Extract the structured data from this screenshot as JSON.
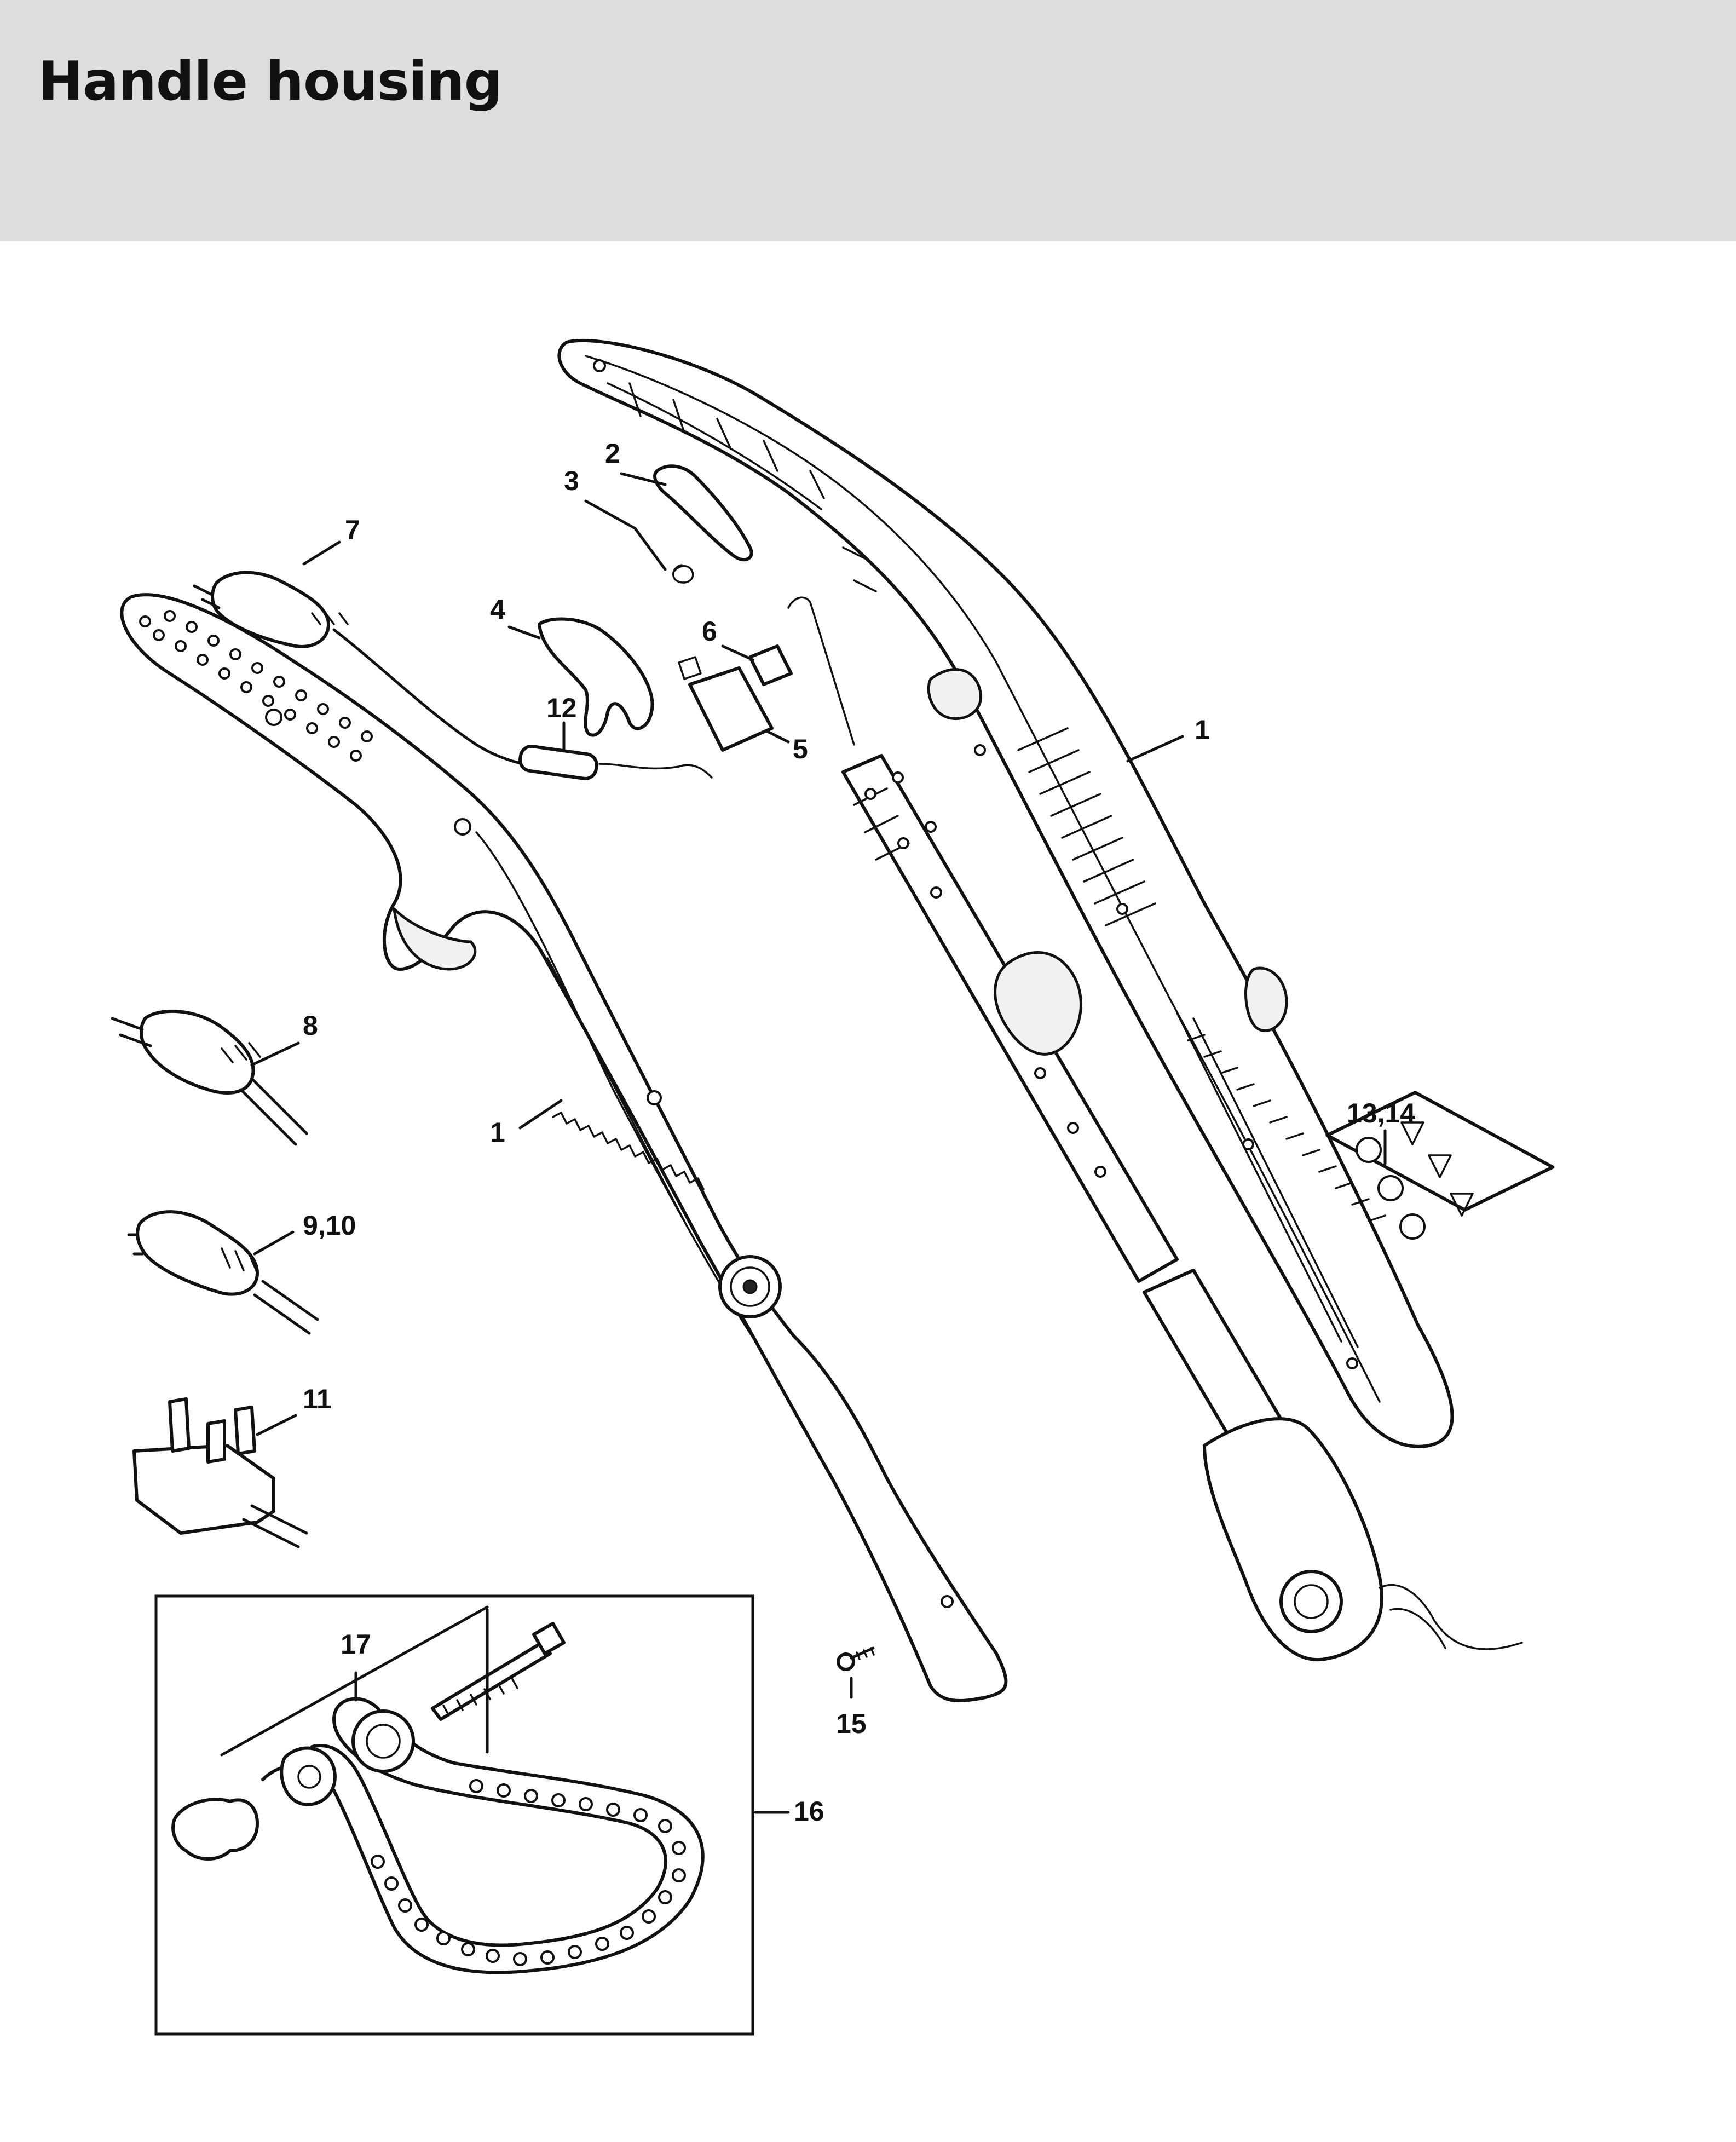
{
  "header": {
    "title": "Handle housing"
  },
  "callouts": {
    "c1a": "1",
    "c1b": "1",
    "c2": "2",
    "c3": "3",
    "c4": "4",
    "c5": "5",
    "c6": "6",
    "c7": "7",
    "c8": "8",
    "c9_10": "9,10",
    "c11": "11",
    "c12": "12",
    "c13_14": "13,14",
    "c15": "15",
    "c16": "16",
    "c17": "17"
  }
}
